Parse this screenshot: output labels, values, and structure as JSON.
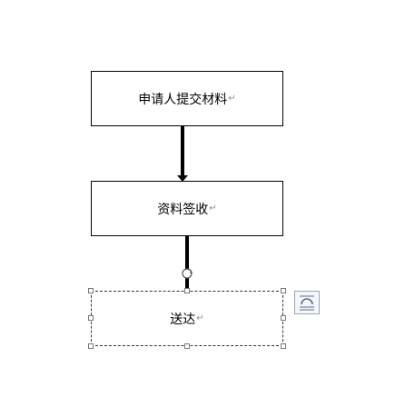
{
  "flowchart": {
    "steps": [
      {
        "label": "申请人提交材料"
      },
      {
        "label": "资料签收"
      },
      {
        "label": "送达"
      }
    ],
    "paragraph_mark": "↵"
  },
  "icons": {
    "rotate": "rotate-handle-icon",
    "layout_options": "layout-options-icon"
  },
  "colors": {
    "border": "#000000",
    "handle": "#777777",
    "paragraph_mark": "#8a8a8a"
  }
}
